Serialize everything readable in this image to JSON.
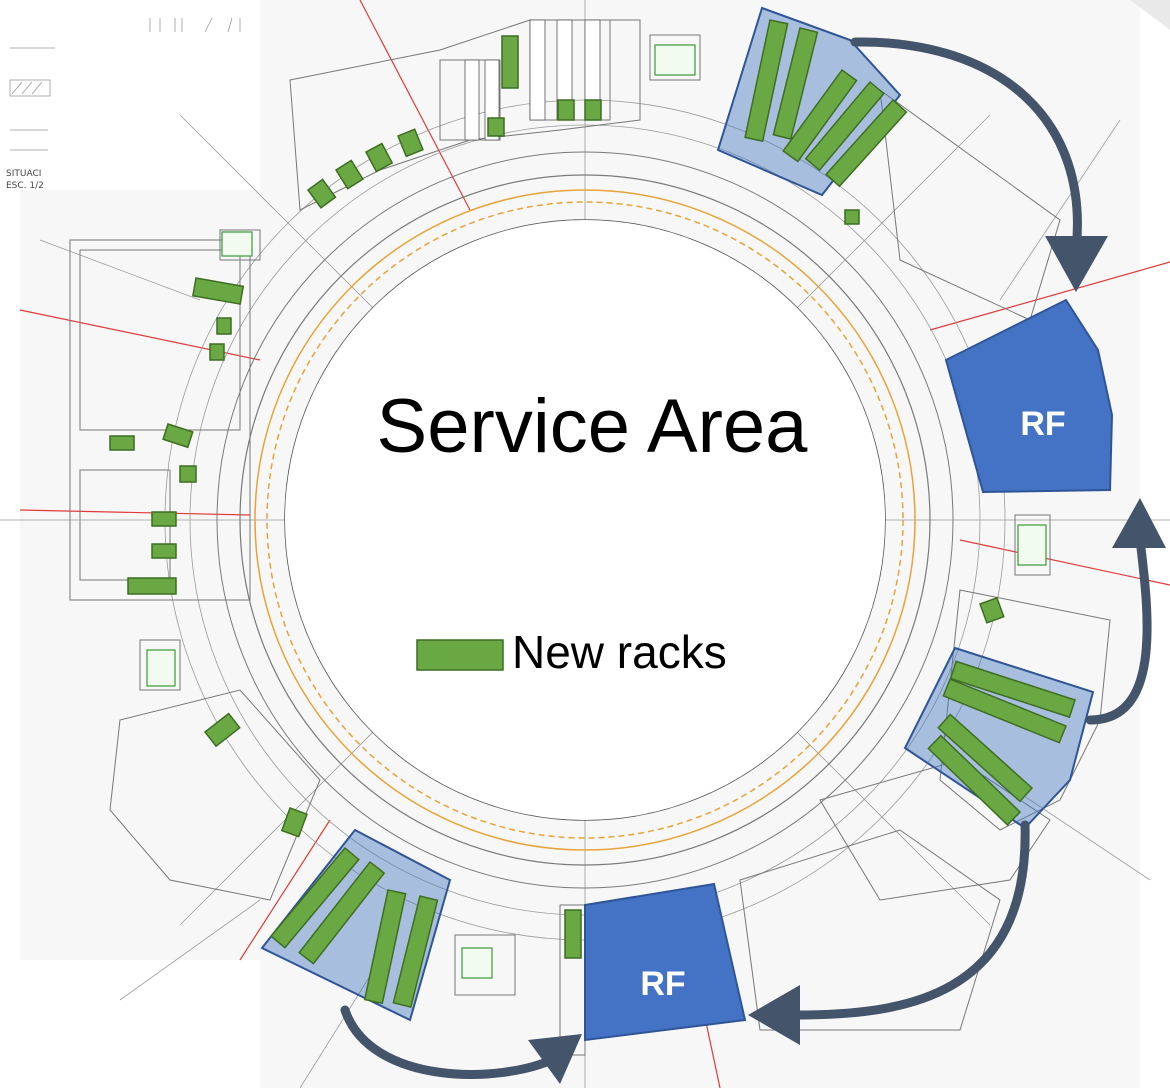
{
  "diagram": {
    "title": "Service Area",
    "legend_label": "New racks",
    "rf_upper_label": "RF",
    "rf_lower_label": "RF",
    "corner_text_1": "SITUACI",
    "corner_text_2": "ESC. 1/2",
    "colors": {
      "rack_green": "#6aa843",
      "rf_blue": "#4472c4",
      "zone_blue": "#4678be",
      "arrow_slate": "#44546a",
      "plan_red": "#e23a3a",
      "plan_orange": "#e6a33a"
    }
  }
}
